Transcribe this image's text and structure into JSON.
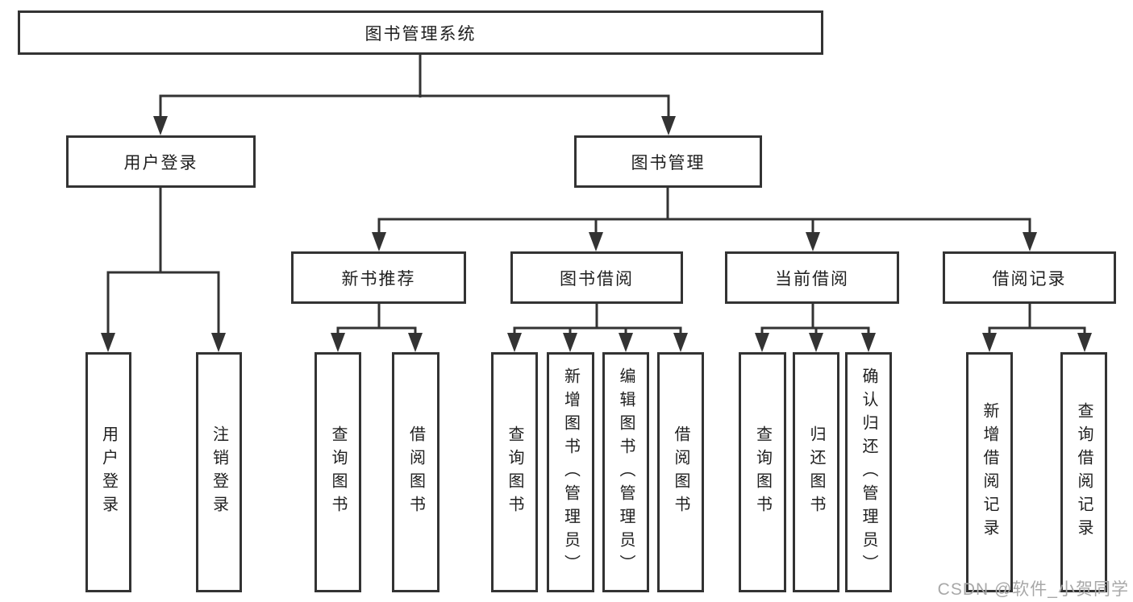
{
  "colors": {
    "line": "#333333",
    "text": "#1f1f1f",
    "background": "#ffffff",
    "watermark": "#a8a8a8"
  },
  "watermark": {
    "text": "CSDN @软件_小贺同学"
  },
  "tree": {
    "root": {
      "label": "图书管理系统"
    },
    "branches": [
      {
        "label": "用户登录",
        "children": [
          {
            "label": "用户登录"
          },
          {
            "label": "注销登录"
          }
        ]
      },
      {
        "label": "图书管理",
        "children": [
          {
            "label": "新书推荐",
            "children": [
              {
                "label": "查询图书"
              },
              {
                "label": "借阅图书"
              }
            ]
          },
          {
            "label": "图书借阅",
            "children": [
              {
                "label": "查询图书"
              },
              {
                "label": "新增图书（管理员）"
              },
              {
                "label": "编辑图书（管理员）"
              },
              {
                "label": "借阅图书"
              }
            ]
          },
          {
            "label": "当前借阅",
            "children": [
              {
                "label": "查询图书"
              },
              {
                "label": "归还图书"
              },
              {
                "label": "确认归还（管理员）"
              }
            ]
          },
          {
            "label": "借阅记录",
            "children": [
              {
                "label": "新增借阅记录"
              },
              {
                "label": "查询借阅记录"
              }
            ]
          }
        ]
      }
    ]
  }
}
